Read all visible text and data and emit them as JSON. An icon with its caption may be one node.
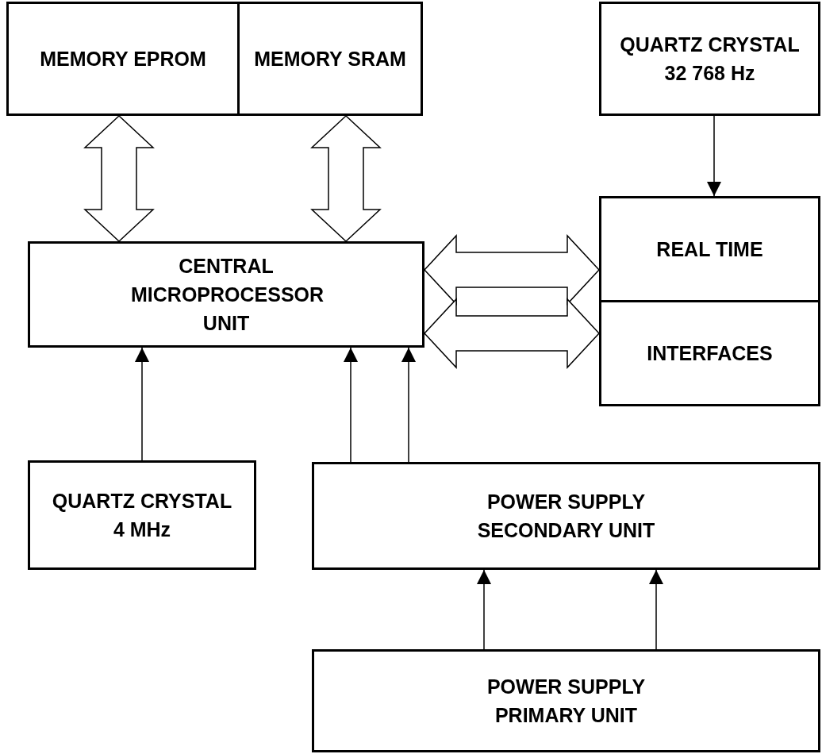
{
  "diagram": {
    "nodes": [
      {
        "text": [
          "MEMORY EPROM"
        ]
      },
      {
        "text": [
          "MEMORY SRAM"
        ]
      },
      {
        "text": [
          "QUARTZ CRYSTAL 32 768 Hz"
        ]
      },
      {
        "text": [
          "CENTRAL MICROPROCESSOR UNIT"
        ]
      },
      {
        "text": [
          "REAL TIME"
        ]
      },
      {
        "text": [
          "INTERFACES"
        ]
      },
      {
        "text": [
          "QUARTZ CRYSTAL 4 MHz"
        ]
      },
      {
        "text": [
          "POWER SUPPLY SECONDARY UNIT"
        ]
      },
      {
        "text": [
          "POWER SUPPLY PRIMARY UNIT"
        ]
      }
    ],
    "edges": [
      {
        "from": 0,
        "to": 3,
        "arrow": "both",
        "style": "thick"
      },
      {
        "from": 1,
        "to": 3,
        "arrow": "both",
        "style": "thick"
      },
      {
        "from": 3,
        "to": 4,
        "arrow": "both",
        "style": "thick"
      },
      {
        "from": 3,
        "to": 5,
        "arrow": "both",
        "style": "thick"
      },
      {
        "from": 2,
        "to": 4,
        "arrow": "to"
      },
      {
        "from": 6,
        "to": 3,
        "arrow": "to"
      },
      {
        "from": 7,
        "to": 3,
        "arrow": "to"
      },
      {
        "from": 7,
        "to": 3,
        "arrow": "to"
      },
      {
        "from": 8,
        "to": 7,
        "arrow": "to"
      },
      {
        "from": 8,
        "to": 7,
        "arrow": "to"
      }
    ]
  }
}
